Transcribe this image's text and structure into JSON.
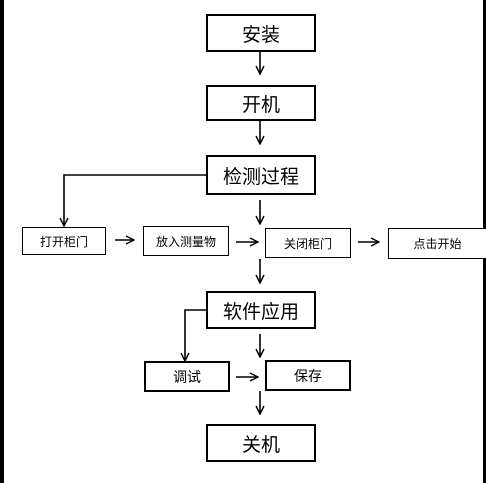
{
  "diagram": {
    "steps": {
      "install": "安装",
      "power_on": "开机",
      "testing_process": "检测过程",
      "open_cabinet": "打开柜门",
      "place_object": "放入测量物",
      "close_cabinet": "关闭柜门",
      "click_start": "点击开始",
      "software_app": "软件应用",
      "debug": "调试",
      "save": "保存",
      "shutdown": "关机"
    },
    "colors": {
      "line": "#000000",
      "background": "#ffffff"
    }
  }
}
